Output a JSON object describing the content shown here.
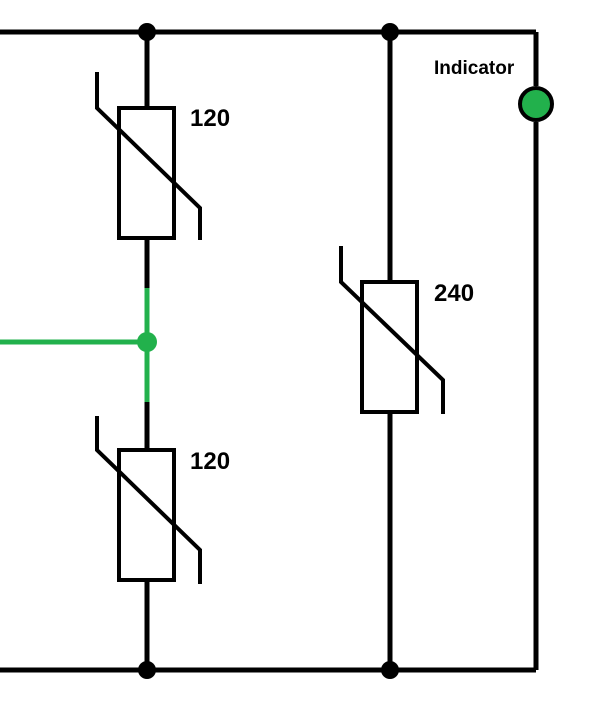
{
  "labels": {
    "resistor_top": "120",
    "resistor_bottom": "120",
    "resistor_right": "240",
    "indicator": "Indicator"
  },
  "colors": {
    "wire": "#000000",
    "probe": "#22b14c",
    "indicator_fill": "#22b14c"
  }
}
